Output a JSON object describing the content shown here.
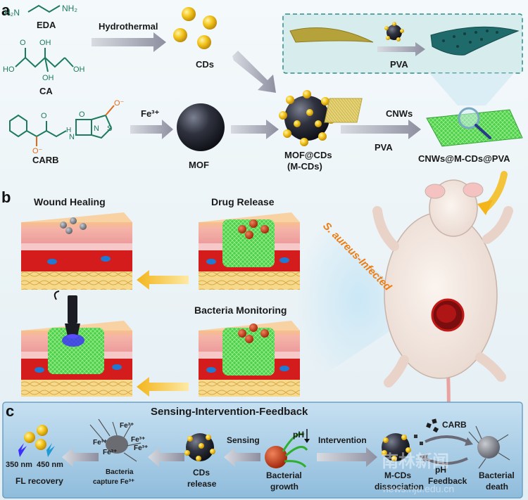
{
  "panels": {
    "a": "a",
    "b": "b",
    "c": "c"
  },
  "panel_a": {
    "eda": "EDA",
    "eda_formula_left": "H₂N",
    "eda_formula_right": "NH₂",
    "ca": "CA",
    "carb": "CARB",
    "hydrothermal": "Hydrothermal",
    "cds": "CDs",
    "fe3": "Fe³⁺",
    "mof": "MOF",
    "mof_cds_line1": "MOF@CDs",
    "mof_cds_line2": "(M-CDs)",
    "cnws": "CNWs",
    "pva": "PVA",
    "pva_inset": "PVA",
    "product": "CNWs@M-CDs@PVA",
    "chem_atoms": {
      "o": "O",
      "oh": "OH",
      "ho": "HO",
      "h": "H",
      "n": "N",
      "s": "S",
      "o_minus": "O⁻"
    }
  },
  "panel_b": {
    "wound_healing": "Wound Healing",
    "drug_release": "Drug Release",
    "bacteria_monitoring": "Bacteria Monitoring",
    "infected": "S. aureus-Infected"
  },
  "panel_c": {
    "title": "Sensing-Intervention-Feedback",
    "fl_recovery": "FL recovery",
    "nm350": "350 nm",
    "nm450": "450 nm",
    "fe3": "Fe³⁺",
    "capture_line1": "Bacteria",
    "capture_line2": "capture Fe³⁺",
    "cds_release_line1": "CDs",
    "cds_release_line2": "release",
    "sensing": "Sensing",
    "ph": "pH",
    "growth_line1": "Bacterial",
    "growth_line2": "growth",
    "intervention": "Intervention",
    "dissociation_line1": "M-CDs",
    "dissociation_line2": "dissociation",
    "carb": "CARB",
    "feedback_line1": "pH",
    "feedback_line2": "Feedback",
    "death_line1": "Bacterial",
    "death_line2": "death"
  },
  "watermark": {
    "line1": "南林新闻",
    "line2": "news.nju.edu.cn"
  },
  "colors": {
    "background_top": "#e8f2f6",
    "cd_yellow": "#f2c318",
    "mof_dark": "#2c2f3a",
    "carb_orange": "#e06a1a",
    "chem_green": "#1e7a5c",
    "mesh_green": "#4fd04f",
    "skin_pink": "#f2a6a6",
    "blood_red": "#d41c1c",
    "fat_yellow": "#f3d27a",
    "panel_c_bg": "#a9cde6",
    "arrow_gray": "#9a9aa8",
    "arrow_yellow": "#f3c33a",
    "infected_text": "#f07d12"
  }
}
